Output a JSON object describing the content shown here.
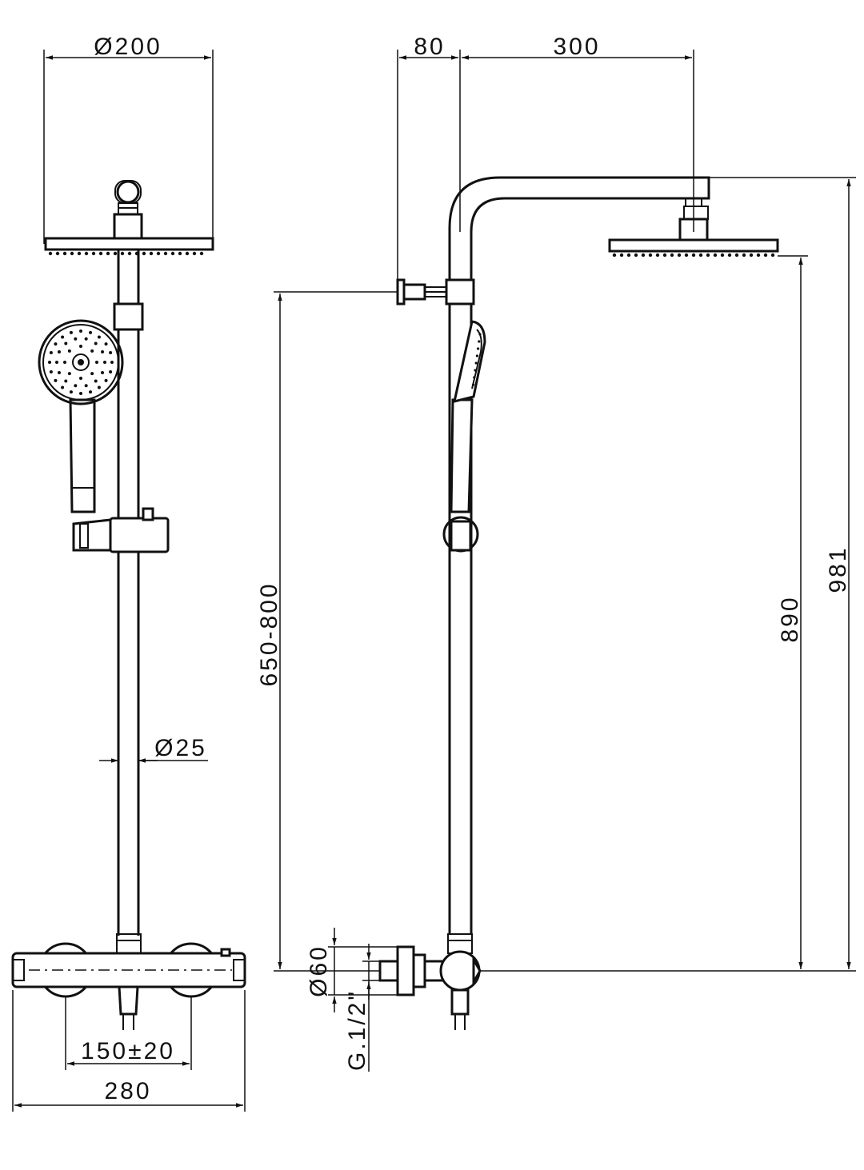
{
  "front_view": {
    "head_diameter_label": "Ø200",
    "pipe_diameter_label": "Ø25",
    "centers_label": "150±20",
    "width_label": "280"
  },
  "side_view": {
    "wall_offset_label": "80",
    "arm_projection_label": "300",
    "inlet_diameter_label": "Ø60",
    "thread_label": "G.1/2\"",
    "adjust_height_label": "650-800",
    "head_height_label": "890",
    "total_height_label": "981"
  },
  "colors": {
    "line": "#111111",
    "background": "#ffffff"
  }
}
